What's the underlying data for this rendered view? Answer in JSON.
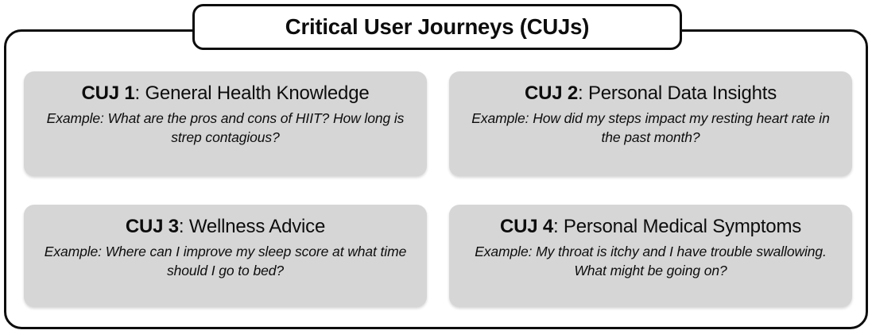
{
  "diagram": {
    "title": "Critical User Journeys (CUJs)",
    "colors": {
      "frame_border": "#0d0d0d",
      "card_background": "#d6d6d6",
      "page_background": "#ffffff",
      "text": "#0d0d0d"
    },
    "cards": [
      {
        "label": "CUJ 1",
        "separator": ":",
        "title": "General Health Knowledge",
        "example_label": "Example:",
        "example_text": "What are the pros and cons of HIIT? How long is strep contagious?"
      },
      {
        "label": "CUJ 2",
        "separator": ":",
        "title": "Personal Data Insights",
        "example_label": "Example:",
        "example_text": "How did my steps impact my resting heart rate in the past month?"
      },
      {
        "label": "CUJ 3",
        "separator": ":",
        "title": "Wellness Advice",
        "example_label": "Example:",
        "example_text": "Where can I improve my sleep score at what time should I go to bed?"
      },
      {
        "label": "CUJ 4",
        "separator": ":",
        "title": "Personal Medical Symptoms",
        "example_label": "Example:",
        "example_text": "My throat is itchy and I have trouble swallowing. What might be going on?"
      }
    ]
  }
}
